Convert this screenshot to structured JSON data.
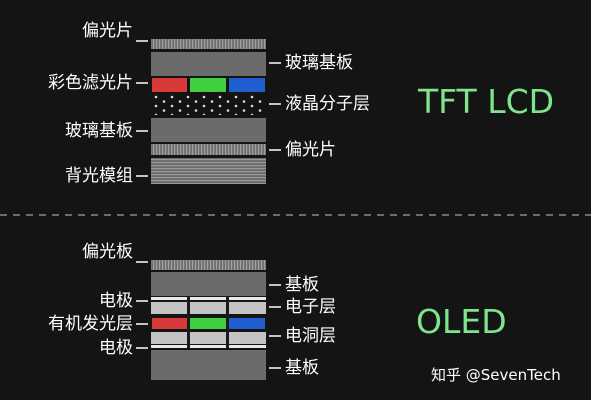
{
  "colors": {
    "background": "#141414",
    "title_green": "#7ee58c",
    "filter_red": "#d83a3a",
    "filter_green": "#3fcf3f",
    "filter_blue": "#1f5fd0"
  },
  "tft": {
    "title": "TFT LCD",
    "left_labels": [
      "偏光片",
      "彩色滤光片",
      "玻璃基板",
      "背光模组"
    ],
    "right_labels": [
      "玻璃基板",
      "液晶分子层",
      "偏光片"
    ]
  },
  "oled": {
    "title": "OLED",
    "left_labels": [
      "偏光板",
      "电极",
      "有机发光层",
      "电极"
    ],
    "right_labels": [
      "基板",
      "电子层",
      "电洞层",
      "基板"
    ]
  },
  "watermark": "知乎 @SevenTech"
}
